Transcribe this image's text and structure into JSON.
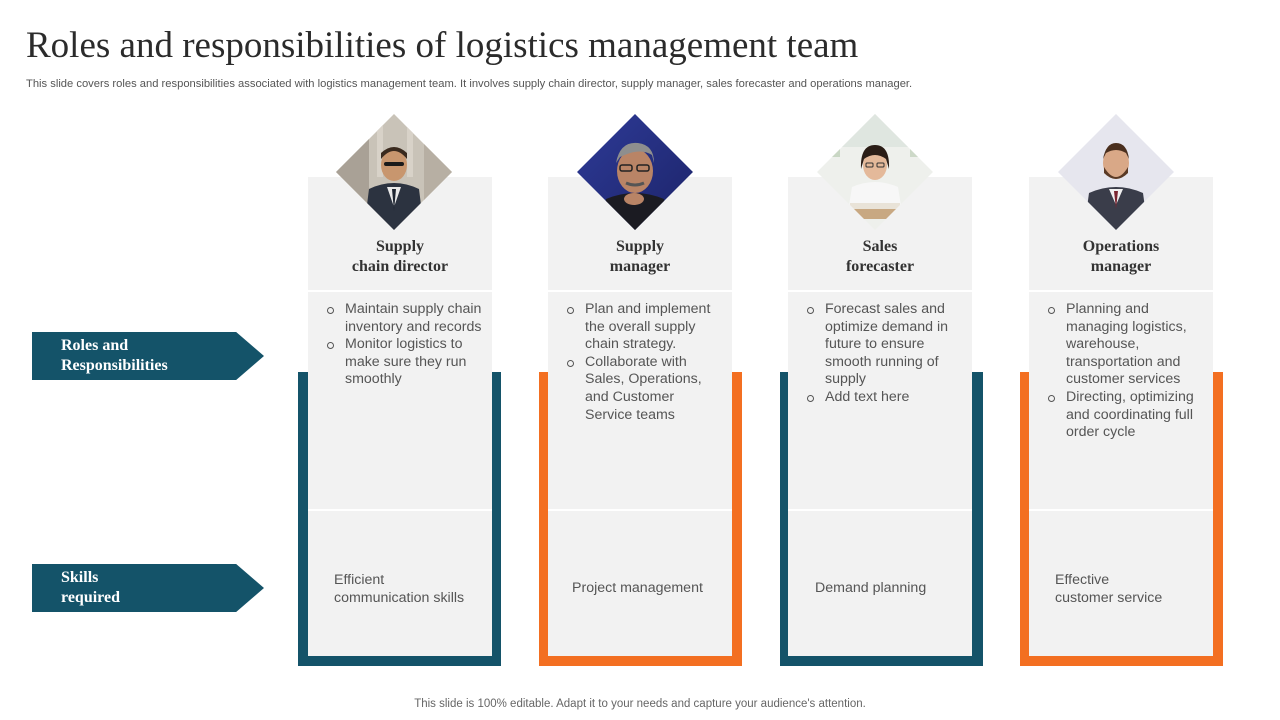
{
  "title": "Roles and responsibilities of logistics management team",
  "subtitle": "This slide covers roles and responsibilities associated with logistics management team. It involves supply chain director, supply manager, sales forecaster and operations manager.",
  "row_labels": {
    "roles": [
      "Roles and",
      "Responsibilities"
    ],
    "skills": [
      "Skills",
      "required"
    ]
  },
  "colors": {
    "teal": "#145369",
    "orange": "#f36f21",
    "card": "#f2f2f2"
  },
  "members": [
    {
      "name": [
        "Supply",
        "chain director"
      ],
      "photo_icon": "businessman-photo-icon",
      "responsibilities": [
        "Maintain supply chain inventory and records",
        "Monitor logistics to make sure they run smoothly"
      ],
      "skill": [
        "Efficient",
        "communication skills"
      ]
    },
    {
      "name": [
        "Supply",
        "manager"
      ],
      "photo_icon": "thinking-man-photo-icon",
      "responsibilities": [
        "Plan and implement the overall supply chain strategy.",
        "Collaborate with Sales, Operations, and Customer Service teams"
      ],
      "skill": [
        "Project management"
      ]
    },
    {
      "name": [
        "Sales",
        "forecaster"
      ],
      "photo_icon": "woman-at-desk-photo-icon",
      "responsibilities": [
        "Forecast sales and optimize demand in future to ensure smooth running of supply",
        "Add text here"
      ],
      "skill": [
        "Demand planning"
      ]
    },
    {
      "name": [
        "Operations",
        "manager"
      ],
      "photo_icon": "bearded-man-photo-icon",
      "responsibilities": [
        "Planning and managing logistics, warehouse, transportation and customer services",
        "Directing, optimizing and coordinating full order cycle"
      ],
      "skill": [
        "Effective",
        "customer service"
      ]
    }
  ],
  "footer": "This slide is 100% editable. Adapt it to your needs and capture your audience's attention."
}
